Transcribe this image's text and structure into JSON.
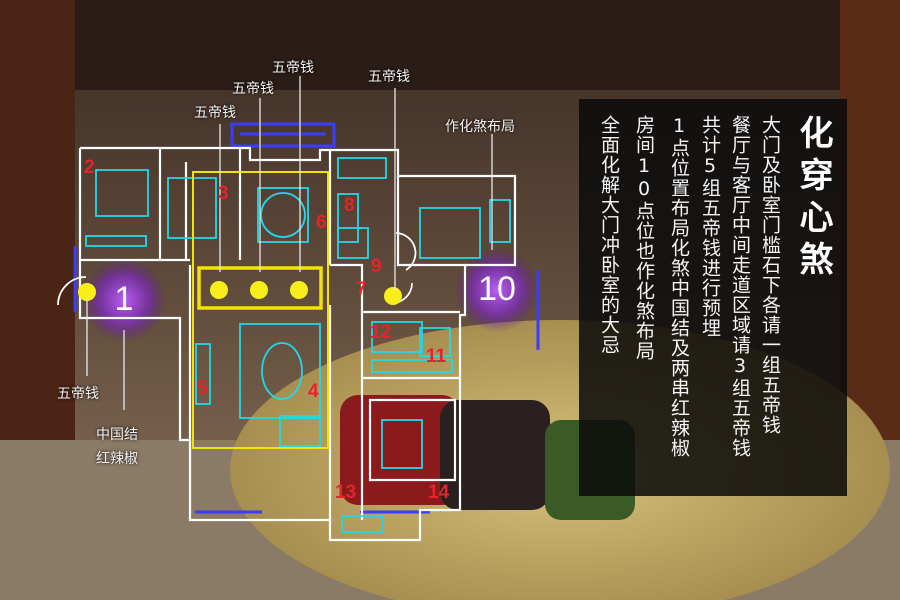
{
  "labels": {
    "coin_top_1": "五帝钱",
    "coin_top_2": "五帝钱",
    "coin_top_3": "五帝钱",
    "coin_top_right": "五帝钱",
    "coin_left": "五帝钱",
    "remedy_right": "作化煞布局",
    "pepper_line1": "中国结",
    "pepper_line2": "红辣椒"
  },
  "points": {
    "p1": "1",
    "p2": "2",
    "p3": "3",
    "p4": "4",
    "p5": "5",
    "p6": "6",
    "p7": "7",
    "p8": "8",
    "p9": "9",
    "p10": "10",
    "p11": "11",
    "p12": "12",
    "p13": "13",
    "p14": "14"
  },
  "panel": {
    "title": "化穿心煞",
    "lines": [
      "大门及卧室门槛石下各请一组五帝钱",
      "餐厅与客厅中间走道区域请3组五帝钱",
      "共计5组五帝钱进行预埋",
      "1点位置布局化煞中国结及两串红辣椒",
      "房间10点位也作化煞布局",
      "全面化解大门冲卧室的大忌"
    ]
  },
  "colors": {
    "wall_line": "#ffffff",
    "furniture_line": "#22d8e8",
    "window_line": "#3a3cff",
    "corridor_box": "#f2e400",
    "marker_dot": "#f8ef1a",
    "room_number": "#e4232a",
    "glow": "#8a2fc8",
    "panel_bg": "#0a0a0a"
  }
}
